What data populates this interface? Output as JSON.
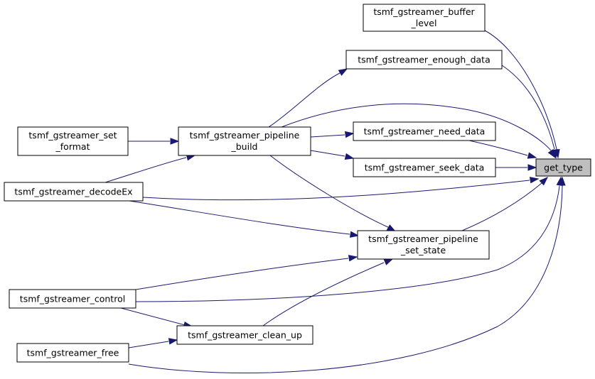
{
  "colors": {
    "edge": "#191970",
    "node_border": "#000000",
    "root_fill": "#bfbfbf",
    "node_fill": "#ffffff"
  },
  "nodes": {
    "get_type": [
      "get_type"
    ],
    "buffer_level": [
      "tsmf_gstreamer_buffer",
      "_level"
    ],
    "enough_data": [
      "tsmf_gstreamer_enough_data"
    ],
    "pipeline_build": [
      "tsmf_gstreamer_pipeline",
      "_build"
    ],
    "set_format": [
      "tsmf_gstreamer_set",
      "_format"
    ],
    "need_data": [
      "tsmf_gstreamer_need_data"
    ],
    "seek_data": [
      "tsmf_gstreamer_seek_data"
    ],
    "decodeEx": [
      "tsmf_gstreamer_decodeEx"
    ],
    "pipeline_set_state": [
      "tsmf_gstreamer_pipeline",
      "_set_state"
    ],
    "control": [
      "tsmf_gstreamer_control"
    ],
    "clean_up": [
      "tsmf_gstreamer_clean_up"
    ],
    "free": [
      "tsmf_gstreamer_free"
    ]
  },
  "edges": [
    [
      "buffer_level",
      "get_type"
    ],
    [
      "enough_data",
      "get_type"
    ],
    [
      "pipeline_build",
      "enough_data"
    ],
    [
      "pipeline_build",
      "get_type"
    ],
    [
      "pipeline_build",
      "need_data"
    ],
    [
      "pipeline_build",
      "seek_data"
    ],
    [
      "pipeline_build",
      "pipeline_set_state"
    ],
    [
      "set_format",
      "pipeline_build"
    ],
    [
      "need_data",
      "get_type"
    ],
    [
      "seek_data",
      "get_type"
    ],
    [
      "decodeEx",
      "pipeline_build"
    ],
    [
      "decodeEx",
      "get_type"
    ],
    [
      "decodeEx",
      "pipeline_set_state"
    ],
    [
      "pipeline_set_state",
      "get_type"
    ],
    [
      "control",
      "pipeline_set_state"
    ],
    [
      "control",
      "get_type"
    ],
    [
      "control",
      "clean_up"
    ],
    [
      "clean_up",
      "pipeline_set_state"
    ],
    [
      "free",
      "clean_up"
    ],
    [
      "free",
      "get_type"
    ]
  ]
}
